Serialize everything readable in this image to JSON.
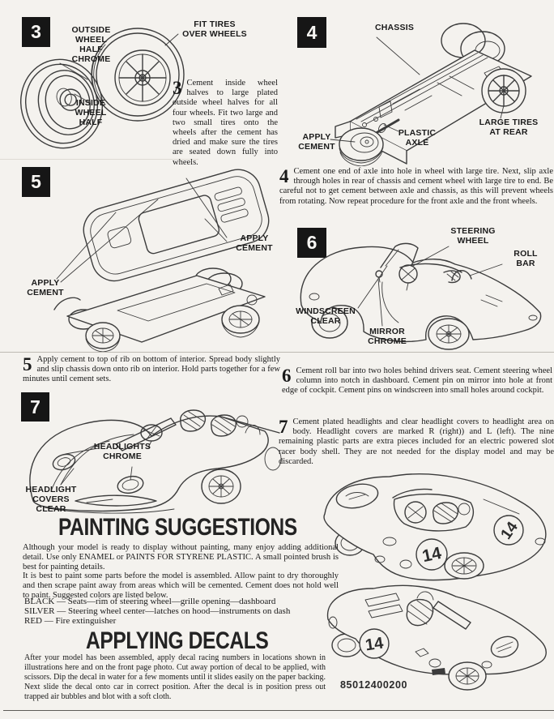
{
  "doc": {
    "part_number": "85012400200",
    "decal_number": "14"
  },
  "steps": {
    "s3": {
      "num": "3",
      "text": "Cement inside wheel halves to large plated outside wheel halves for all four wheels. Fit two large and two small tires onto the wheels after the cement has dried and make sure the tires are seated down fully into wheels.",
      "labels": {
        "outside": "OUTSIDE\nWHEEL\nHALF\nCHROME",
        "fit": "FIT TIRES\nOVER WHEELS",
        "inside": "INSIDE\nWHEEL\nHALF"
      }
    },
    "s4": {
      "num": "4",
      "text": "Cement one end of axle into hole in wheel with large tire. Next, slip axle through holes in rear of chassis and cement wheel with large tire to end. Be careful not to get cement between axle and chassis, as this will prevent wheels from rotating. Now repeat procedure for the front axle and the front wheels.",
      "labels": {
        "chassis": "CHASSIS",
        "apply": "APPLY\nCEMENT",
        "axle": "PLASTIC\nAXLE",
        "tires": "LARGE TIRES\nAT REAR"
      }
    },
    "s5": {
      "num": "5",
      "text": "Apply cement to top of rib on bottom of interior. Spread body slightly and slip chassis down onto rib on interior. Hold parts together for a few minutes until cement sets.",
      "labels": {
        "apply_right": "APPLY\nCEMENT",
        "apply_left": "APPLY\nCEMENT"
      }
    },
    "s6": {
      "num": "6",
      "text": "Cement roll bar into two holes behind drivers seat. Cement steering wheel column into notch in dashboard. Cement pin on mirror into hole at front edge of cockpit. Cement pins on windscreen into small holes around cockpit.",
      "labels": {
        "steering": "STEERING\nWHEEL",
        "rollbar": "ROLL\nBAR",
        "windscreen": "WINDSCREEN\nCLEAR",
        "mirror": "MIRROR\nCHROME"
      }
    },
    "s7": {
      "num": "7",
      "text": "Cement plated headlights and clear headlight covers to headlight area on body. Headlight covers are marked R (right)) and L (left). The nine remaining plastic parts are extra pieces included for an electric powered slot racer body shell. They are not needed for the display model and may be discarded.",
      "labels": {
        "headlights": "HEADLIGHTS\nCHROME",
        "covers": "HEADLIGHT\nCOVERS\nCLEAR"
      }
    }
  },
  "painting": {
    "title": "PAINTING SUGGESTIONS",
    "para1": "Although your model is ready to display without painting, many enjoy adding additional detail. Use only ENAMEL or PAINTS FOR STYRENE PLASTIC. A small pointed brush is best for painting details.",
    "para2": "It is best to paint some parts before the model is assembled. Allow paint to dry thoroughly and then scrape paint away from areas which will be cemented. Cement does not hold well to paint. Suggested colors are listed below.",
    "colors": [
      "BLACK — Seats—rim of steering wheel—grille opening—dashboard",
      "SILVER — Steering wheel center—latches on hood—instruments on dash",
      "RED — Fire extinguisher"
    ]
  },
  "decals": {
    "title": "APPLYING DECALS",
    "para": "After your model has been assembled, apply decal racing numbers in locations shown in illustrations here and on the front page photo. Cut away portion of decal to be applied, with scissors. Dip the decal in water for a few moments until it slides easily on the paper backing. Next slide the decal onto car in correct position. After the decal is in position press out trapped air bubbles and blot with a soft cloth."
  }
}
